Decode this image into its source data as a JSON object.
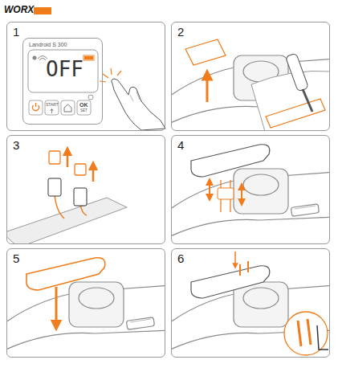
{
  "diagram": {
    "nodes": [
      {
        "text": [
          "1"
        ]
      },
      {
        "text": [
          "Landroid S 300"
        ],
        "in": 0
      },
      {
        "text": [
          "2"
        ]
      },
      {
        "text": [
          "3"
        ]
      },
      {
        "text": [
          "4"
        ]
      },
      {
        "text": [
          "5"
        ]
      },
      {
        "text": [
          "6"
        ]
      }
    ],
    "labels": [
      "WORX",
      "OFF",
      "START",
      "OK",
      "SET"
    ]
  }
}
